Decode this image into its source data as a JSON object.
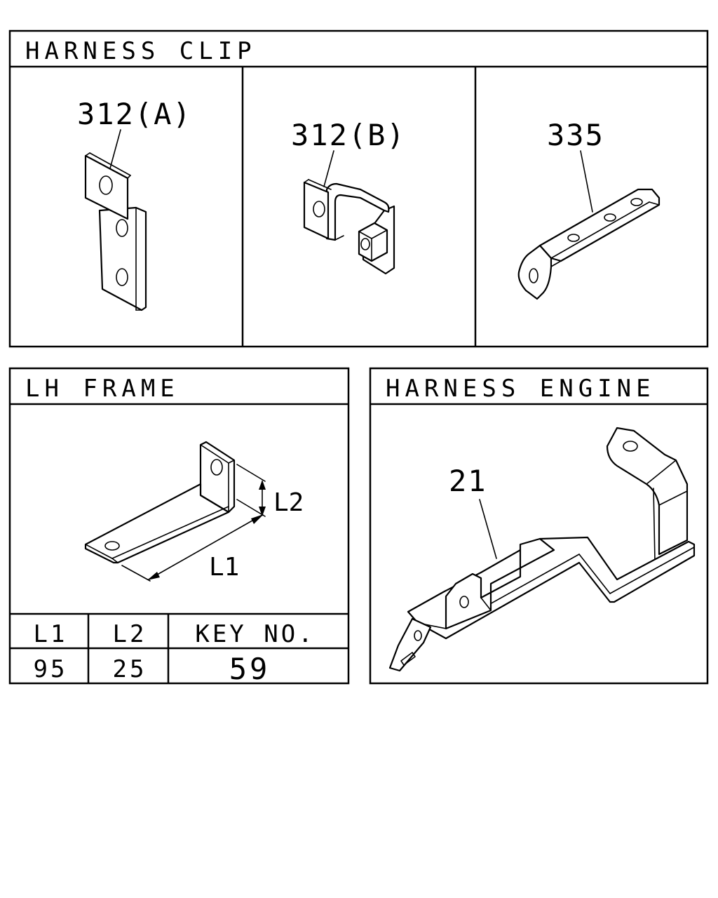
{
  "harness_clip": {
    "title": "HARNESS CLIP",
    "callout_a": "312(A)",
    "callout_b": "312(B)",
    "callout_c": "335"
  },
  "lh_frame": {
    "title": "LH FRAME",
    "dim_l1": "L1",
    "dim_l2": "L2",
    "table": {
      "headers": [
        "L1",
        "L2",
        "KEY NO."
      ],
      "row": [
        "95",
        "25",
        "59"
      ]
    }
  },
  "harness_engine": {
    "title": "HARNESS ENGINE",
    "callout": "21"
  }
}
